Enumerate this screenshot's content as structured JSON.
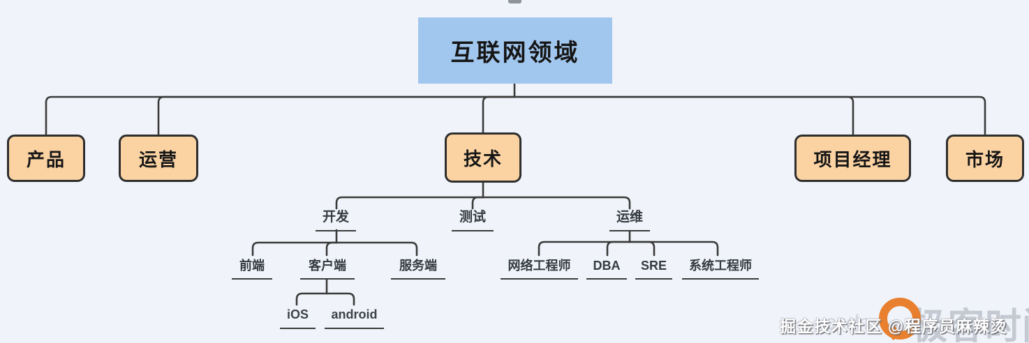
{
  "colors": {
    "background": "#f0f3f9",
    "root_fill": "#a2c7ee",
    "topic_fill": "#fbd3a3",
    "topic_border": "#2e2e2e",
    "line": "#3a3a3a",
    "watermark_logo": "#e8771e"
  },
  "root": {
    "label": "互联网领域"
  },
  "level2": [
    {
      "label": "产品"
    },
    {
      "label": "运营"
    },
    {
      "label": "技术"
    },
    {
      "label": "项目经理"
    },
    {
      "label": "市场"
    }
  ],
  "tech_children": [
    {
      "label": "开发"
    },
    {
      "label": "测试"
    },
    {
      "label": "运维"
    }
  ],
  "dev_children": [
    {
      "label": "前端"
    },
    {
      "label": "客户端"
    },
    {
      "label": "服务端"
    }
  ],
  "client_children": [
    {
      "label": "iOS"
    },
    {
      "label": "android"
    }
  ],
  "ops_children": [
    {
      "label": "网络工程师"
    },
    {
      "label": "DBA"
    },
    {
      "label": "SRE"
    },
    {
      "label": "系统工程师"
    }
  ],
  "watermark": {
    "text": "掘金技术社区 @程序员麻辣烫",
    "brand_text": "极客时间",
    "script_text": "csdn"
  }
}
